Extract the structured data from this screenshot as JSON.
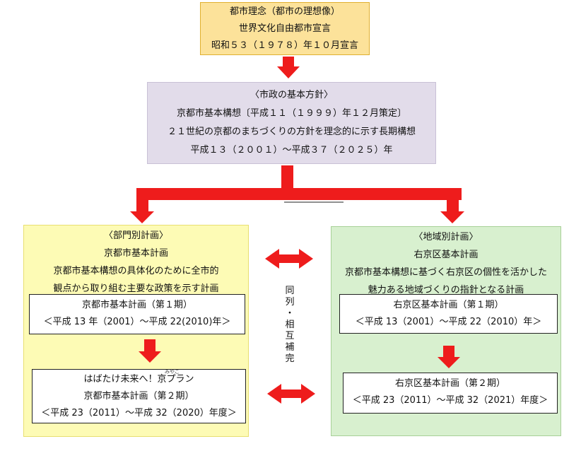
{
  "top": {
    "line1": "都市理念（都市の理想像）",
    "line2": "世界文化自由都市宣言",
    "line3": "昭和５３（１９７８）年１０月宣言"
  },
  "policy": {
    "line1": "〈市政の基本方針〉",
    "line2": "京都市基本構想〔平成１１（１９９９）年１２月策定〕",
    "line3": "２１世紀の京都のまちづくりの方針を理念的に示す長期構想",
    "line4": "平成１３（２００１）～平成３７（２０２５）年"
  },
  "left": {
    "heading": "〈部門別計画〉",
    "title": "京都市基本計画",
    "desc1": "京都市基本構想の具体化のために全市的",
    "desc2": "観点から取り組む主要な政策を示す計画",
    "plan1": {
      "title": "京都市基本計画（第１期）",
      "period": "＜平成 13 年（2001）～平成 22(2010)年＞"
    },
    "plan2": {
      "name": "はばたけ未来へ！京プラン",
      "ruby": "みやこ",
      "title": "京都市基本計画（第２期）",
      "period": "＜平成 23（2011）～平成 32（2020）年度＞"
    }
  },
  "right": {
    "heading": "〈地域別計画〉",
    "title": "右京区基本計画",
    "desc1": "京都市基本構想に基づく右京区の個性を活かした",
    "desc2": "魅力ある地域づくりの指針となる計画",
    "plan1": {
      "title": "右京区基本計画（第１期）",
      "period": "＜平成 13（2001）～平成 22（2010）年＞"
    },
    "plan2": {
      "title": "右京区基本計画（第２期）",
      "period": "＜平成 23（2011）～平成 32（2021）年度＞"
    }
  },
  "relation": [
    "同",
    "列",
    "・",
    "相",
    "互",
    "補",
    "完"
  ],
  "colors": {
    "arrow": "#ee1c1c",
    "top_fill": "#fce29a",
    "policy_fill": "#e2dcea",
    "left_fill": "#fdfbb5",
    "right_fill": "#d8f0cf"
  }
}
